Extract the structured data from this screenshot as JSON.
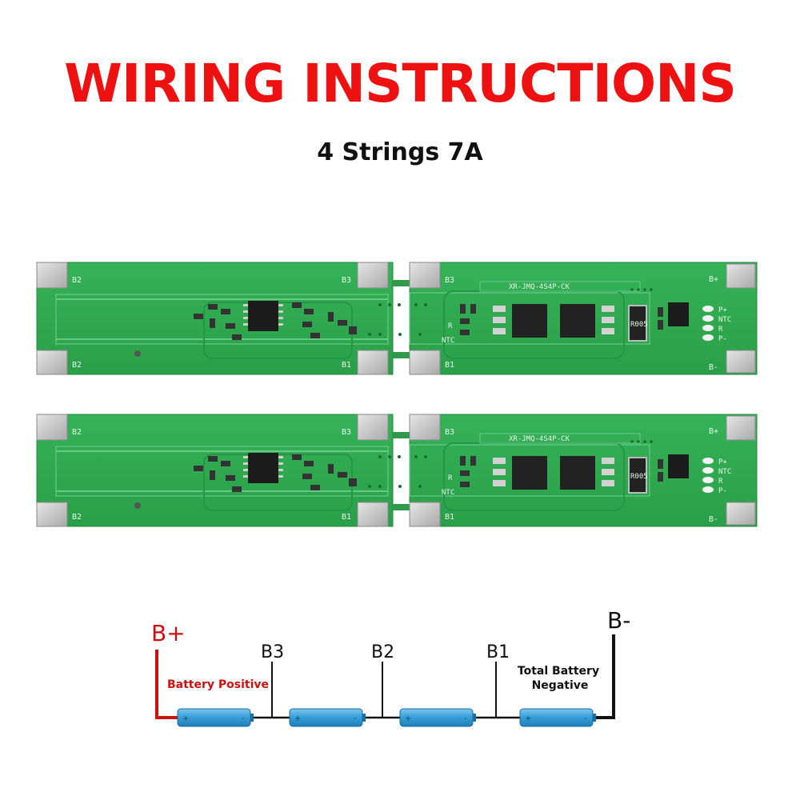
{
  "title": "WIRING INSTRUCTIONS",
  "subtitle": "4 Strings 7A",
  "colors": {
    "title": "#ee1111",
    "pcb_green": "#2ea94e",
    "pcb_dark": "#1f8a3c",
    "pad_silver": "#c9c9c9",
    "battery_blue": "#3aa0d8",
    "positive_wire": "#cc1111"
  },
  "boards": {
    "left_labels": {
      "b2_top": "B2",
      "b2_bottom": "B2",
      "b3": "B3",
      "b1": "B1"
    },
    "right_labels": {
      "b3": "B3",
      "b1": "B1",
      "bplus": "B+",
      "bminus": "B-",
      "part_number": "XR-JMQ-4S4P-CK",
      "resistor": "R005",
      "pins": [
        "P+",
        "NTC",
        "R",
        "P-"
      ],
      "side_labels": [
        "R",
        "NTC"
      ]
    }
  },
  "wiring": {
    "bplus": "B+",
    "bminus": "B-",
    "b3": "B3",
    "b2": "B2",
    "b1": "B1",
    "battery_positive": "Battery Positive",
    "total_negative_line1": "Total Battery",
    "total_negative_line2": "Negative",
    "cell_plus": "+",
    "cell_minus": "-"
  }
}
